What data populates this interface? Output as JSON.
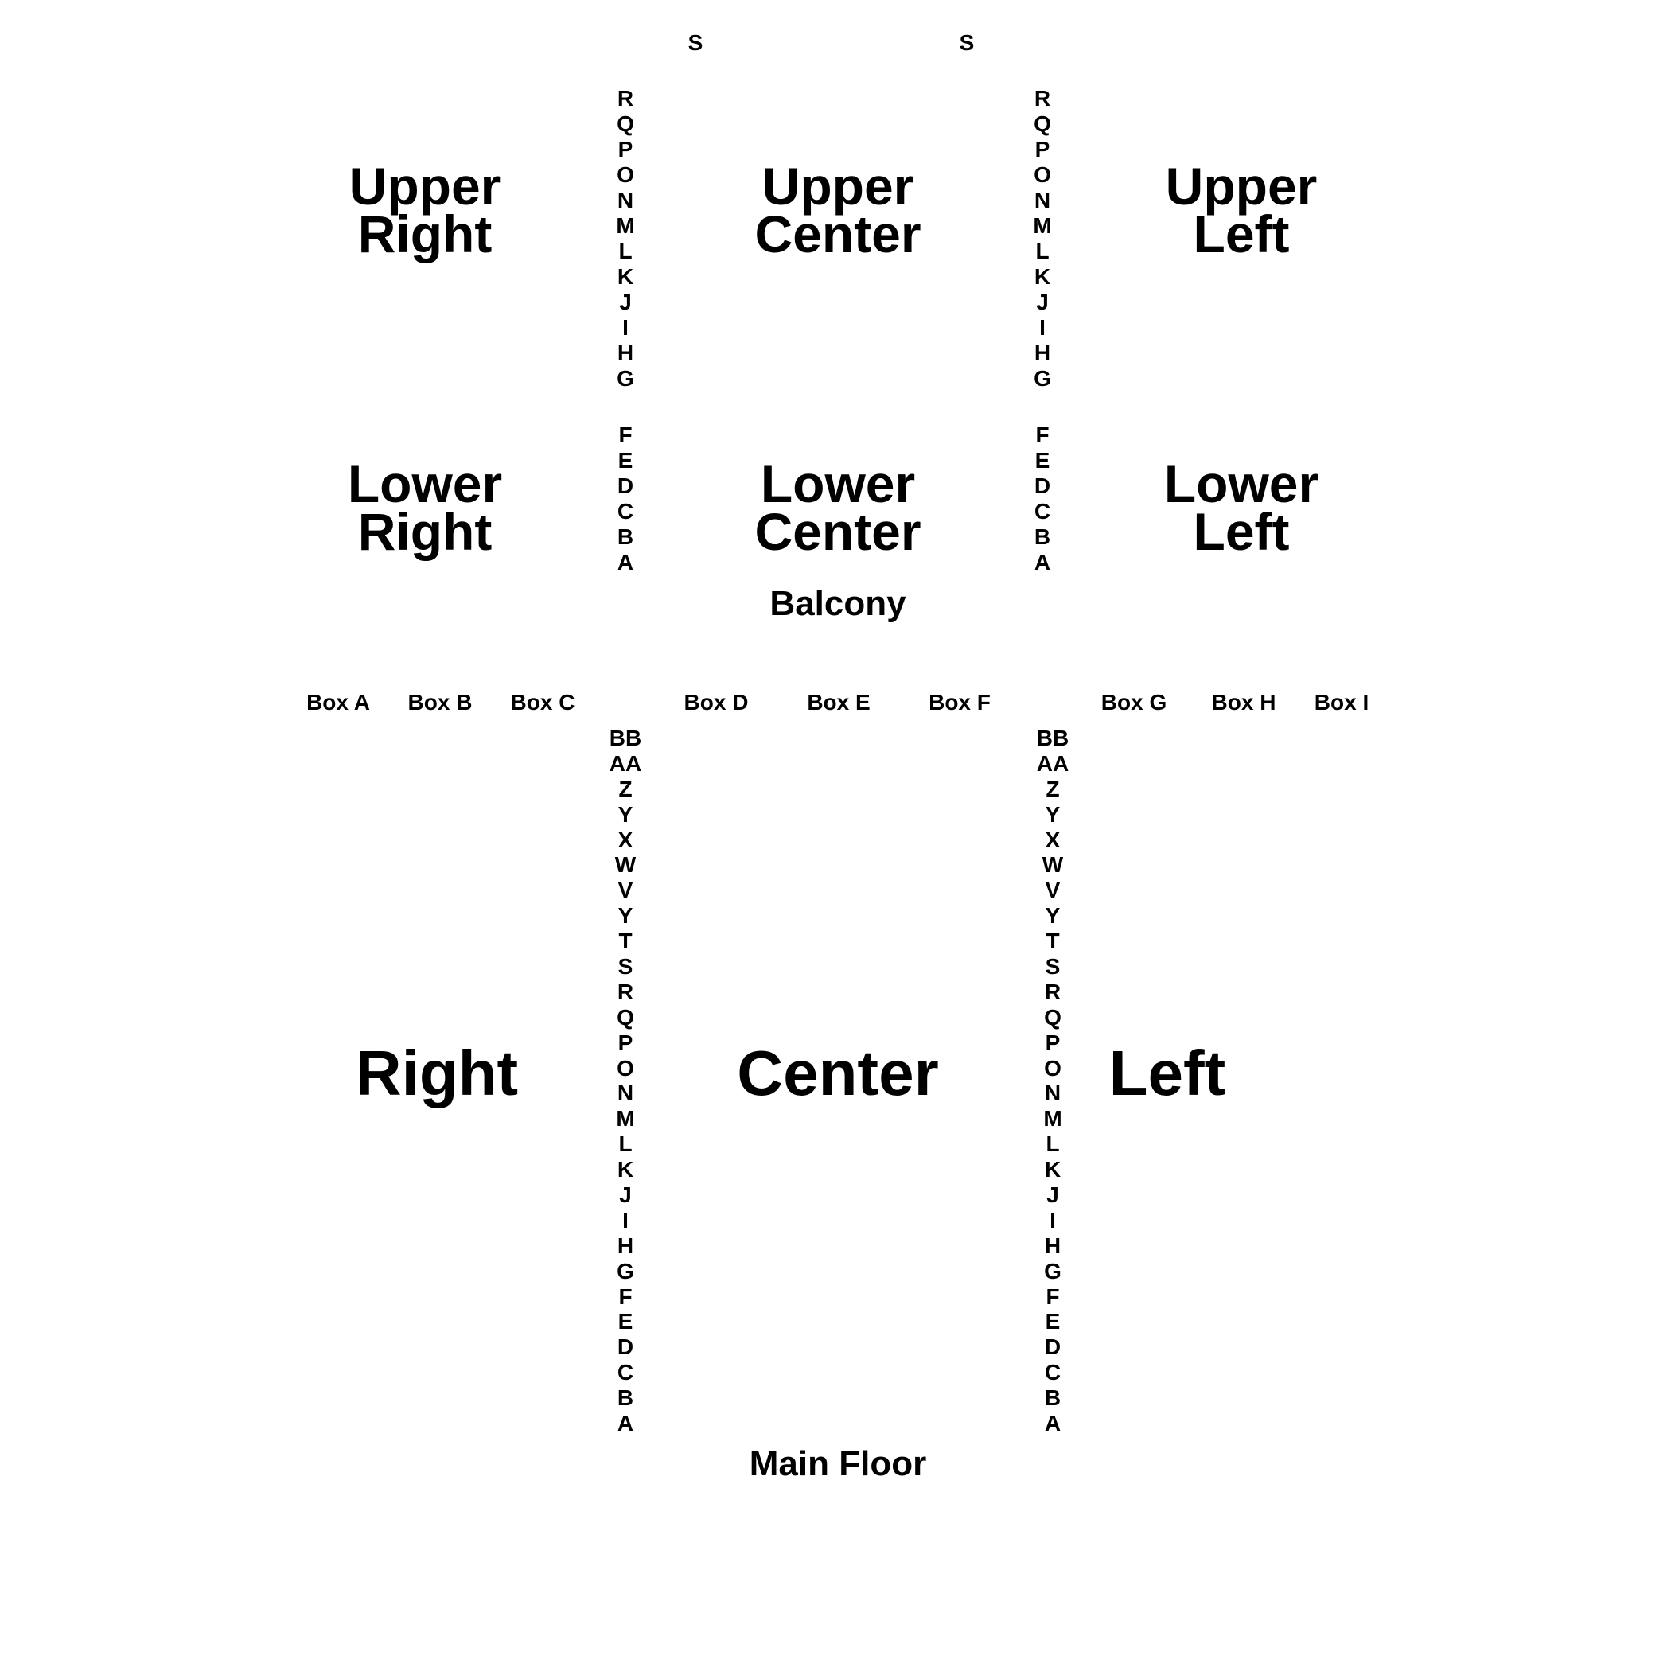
{
  "balcony": {
    "caption": "Balcony",
    "top_markers": [
      "S",
      "S"
    ],
    "sections": {
      "upper_right": [
        "Upper",
        "Right"
      ],
      "upper_center": [
        "Upper",
        "Center"
      ],
      "upper_left": [
        "Upper",
        "Left"
      ],
      "lower_right": [
        "Lower",
        "Right"
      ],
      "lower_center": [
        "Lower",
        "Center"
      ],
      "lower_left": [
        "Lower",
        "Left"
      ]
    },
    "upper_rows": [
      "R",
      "Q",
      "P",
      "O",
      "N",
      "M",
      "L",
      "K",
      "J",
      "I",
      "H",
      "G"
    ],
    "lower_rows": [
      "F",
      "E",
      "D",
      "C",
      "B",
      "A"
    ]
  },
  "boxes": [
    "Box A",
    "Box B",
    "Box C",
    "Box D",
    "Box E",
    "Box F",
    "Box G",
    "Box H",
    "Box I"
  ],
  "main_floor": {
    "caption": "Main Floor",
    "sections": {
      "right": "Right",
      "center": "Center",
      "left": "Left"
    },
    "rows": [
      "BB",
      "AA",
      "Z",
      "Y",
      "X",
      "W",
      "V",
      "Y",
      "T",
      "S",
      "R",
      "Q",
      "P",
      "O",
      "N",
      "M",
      "L",
      "K",
      "J",
      "I",
      "H",
      "G",
      "F",
      "E",
      "D",
      "C",
      "B",
      "A"
    ]
  }
}
